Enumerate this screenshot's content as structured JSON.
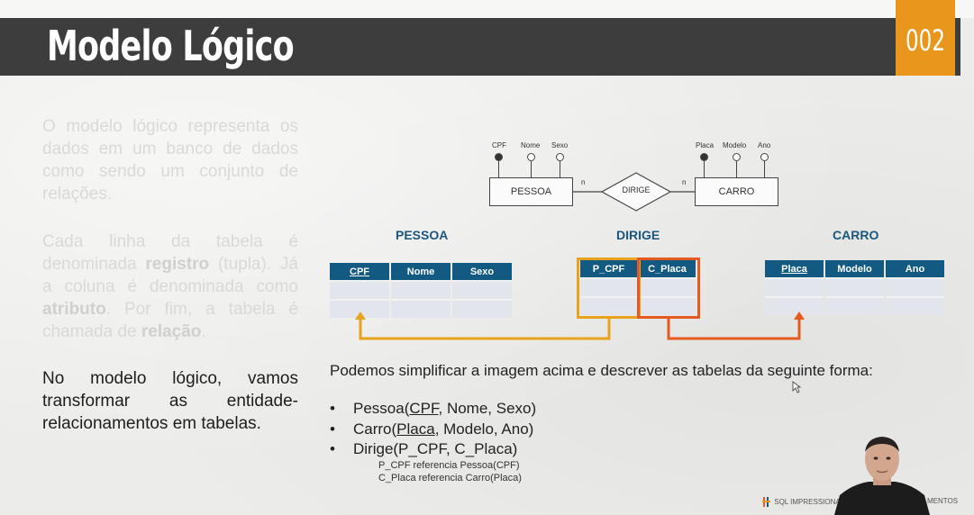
{
  "slide": {
    "title": "Modelo Lógico",
    "number": "002",
    "para1": "O modelo lógico representa os dados em um banco de dados como sendo um conjunto de relações.",
    "para2_a": "Cada linha da tabela é denominada ",
    "para2_b": "registro",
    "para2_c": " (tupla). Já a coluna é denominada como ",
    "para2_d": "atributo",
    "para2_e": ". Por fim, a tabela é chamada de ",
    "para2_f": "relação",
    "para2_g": ".",
    "para3": "No modelo lógico, vamos transformar as entidade-relacionamentos em tabelas."
  },
  "er": {
    "pessoa": "PESSOA",
    "dirige": "DIRIGE",
    "carro": "CARRO",
    "card_left": "n",
    "card_right": "n",
    "pessoa_attrs": [
      "CPF",
      "Nome",
      "Sexo"
    ],
    "carro_attrs": [
      "Placa",
      "Modelo",
      "Ano"
    ]
  },
  "tables": {
    "pessoa": {
      "title": "PESSOA",
      "cols": [
        "CPF",
        "Nome",
        "Sexo"
      ]
    },
    "dirige": {
      "title": "DIRIGE",
      "cols": [
        "P_CPF",
        "C_Placa"
      ]
    },
    "carro": {
      "title": "CARRO",
      "cols": [
        "Placa",
        "Modelo",
        "Ano"
      ]
    }
  },
  "description": "Podemos simplificar a imagem acima e descrever as tabelas da seguinte forma:",
  "bullets": {
    "b1_pre": "Pessoa(",
    "b1_key": "CPF",
    "b1_post": ", Nome, Sexo)",
    "b2_pre": "Carro(",
    "b2_key": "Placa",
    "b2_post": ", Modelo, Ano)",
    "b3": "Dirige(P_CPF, C_Placa)",
    "ref1": "P_CPF referencia Pessoa(CPF)",
    "ref2": "C_Placa referencia Carro(Placa)",
    "dot": "•"
  },
  "brand": {
    "left": "SQL IMPRESSIONA",
    "right": "MENTOS"
  },
  "colors": {
    "title_bar": "#3d3d3d",
    "accent": "#e8971c",
    "table_header": "#125a82",
    "hl_dirige1": "#e8a21c",
    "hl_dirige2": "#e55b1f"
  }
}
